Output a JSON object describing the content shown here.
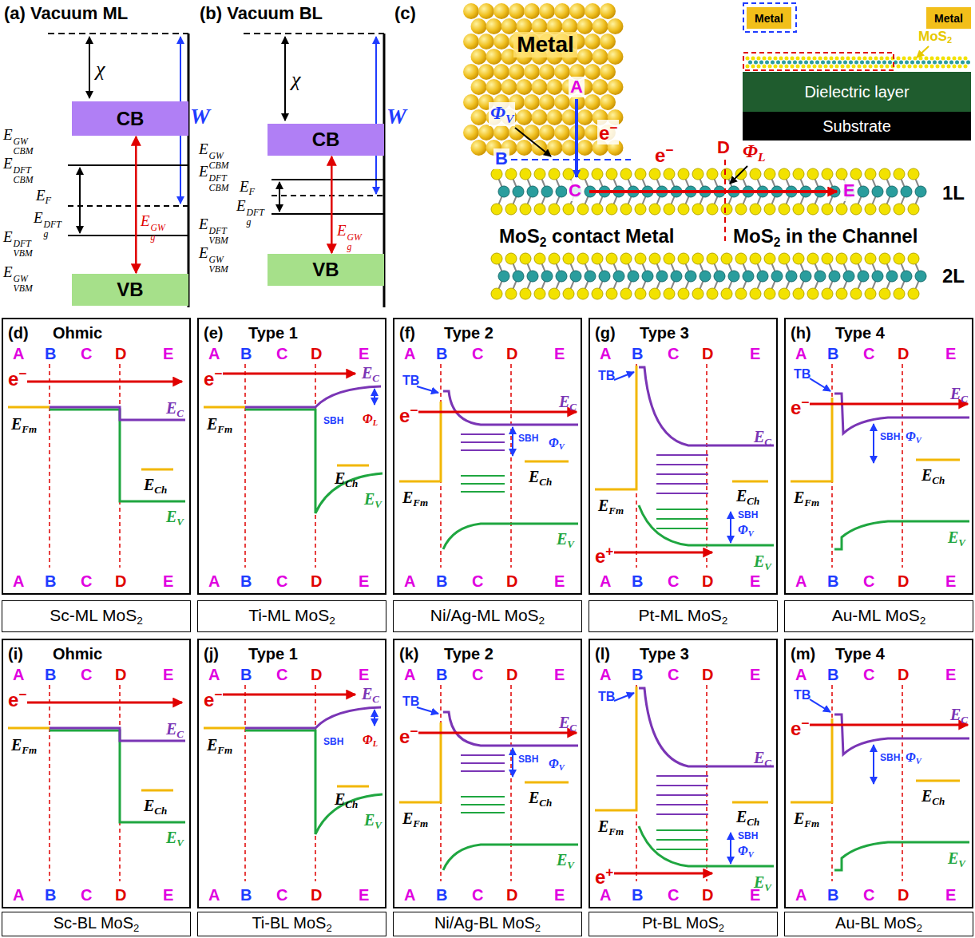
{
  "diagram": {
    "nodes": [
      {
        "text": [
          "CB"
        ]
      },
      {
        "text": [
          "VB"
        ]
      },
      {
        "text": [
          "CB"
        ]
      },
      {
        "text": [
          "VB"
        ]
      },
      {
        "text": [
          "Metal"
        ]
      },
      {
        "text": [
          "Metal"
        ]
      },
      {
        "text": [
          "Metal"
        ]
      },
      {
        "text": [
          "Dielectric layer"
        ]
      },
      {
        "text": [
          "Substrate"
        ]
      },
      {
        "text": [
          "(d)",
          "Ohmic",
          "A",
          "B",
          "C",
          "D",
          "E",
          "A",
          "B",
          "C",
          "D",
          "E",
          "e−",
          "EFm",
          "EC",
          "ECh",
          "EV"
        ]
      },
      {
        "text": [
          "(e)",
          "Type 1",
          "A",
          "B",
          "C",
          "D",
          "E",
          "A",
          "B",
          "C",
          "D",
          "E",
          "e−",
          "EFm",
          "EC",
          "ECh",
          "EV",
          "SBH",
          "ΦL"
        ]
      },
      {
        "text": [
          "(f)",
          "Type 2",
          "A",
          "B",
          "C",
          "D",
          "E",
          "A",
          "B",
          "C",
          "D",
          "E",
          "e−",
          "EFm",
          "EC",
          "ECh",
          "EV",
          "TB",
          "SBH",
          "ΦV"
        ]
      },
      {
        "text": [
          "(g)",
          "Type 3",
          "A",
          "B",
          "C",
          "D",
          "E",
          "A",
          "B",
          "C",
          "D",
          "E",
          "e+",
          "EFm",
          "EC",
          "ECh",
          "EV",
          "TB",
          "SBH",
          "ΦV"
        ]
      },
      {
        "text": [
          "(h)",
          "Type 4",
          "A",
          "B",
          "C",
          "D",
          "E",
          "A",
          "B",
          "C",
          "D",
          "E",
          "e−",
          "EFm",
          "EC",
          "ECh",
          "EV",
          "TB",
          "SBH",
          "ΦV"
        ]
      },
      {
        "text": [
          "Sc-ML MoS2"
        ]
      },
      {
        "text": [
          "Ti-ML MoS2"
        ]
      },
      {
        "text": [
          "Ni/Ag-ML MoS2"
        ]
      },
      {
        "text": [
          "Pt-ML MoS2"
        ]
      },
      {
        "text": [
          "Au-ML MoS2"
        ]
      },
      {
        "text": [
          "(i)",
          "Ohmic",
          "A",
          "B",
          "C",
          "D",
          "E",
          "A",
          "B",
          "C",
          "D",
          "E",
          "e−",
          "EFm",
          "EC",
          "ECh",
          "EV"
        ]
      },
      {
        "text": [
          "(j)",
          "Type 1",
          "A",
          "B",
          "C",
          "D",
          "E",
          "A",
          "B",
          "C",
          "D",
          "E",
          "e−",
          "EFm",
          "EC",
          "ECh",
          "EV",
          "SBH",
          "ΦL"
        ]
      },
      {
        "text": [
          "(k)",
          "Type 2",
          "A",
          "B",
          "C",
          "D",
          "E",
          "A",
          "B",
          "C",
          "D",
          "E",
          "e−",
          "EFm",
          "EC",
          "ECh",
          "EV",
          "TB",
          "SBH",
          "ΦV"
        ]
      },
      {
        "text": [
          "(l)",
          "Type 3",
          "A",
          "B",
          "C",
          "D",
          "E",
          "A",
          "B",
          "C",
          "D",
          "E",
          "e+",
          "EFm",
          "EC",
          "ECh",
          "EV",
          "TB",
          "SBH",
          "ΦV"
        ]
      },
      {
        "text": [
          "(m)",
          "Type 4",
          "A",
          "B",
          "C",
          "D",
          "E",
          "A",
          "B",
          "C",
          "D",
          "E",
          "e−",
          "EFm",
          "EC",
          "ECh",
          "EV",
          "TB",
          "SBH",
          "ΦV"
        ]
      },
      {
        "text": [
          "Sc-BL MoS2"
        ]
      },
      {
        "text": [
          "Ti-BL MoS2"
        ]
      },
      {
        "text": [
          "Ni/Ag-BL MoS2"
        ]
      },
      {
        "text": [
          "Pt-BL MoS2"
        ]
      },
      {
        "text": [
          "Au-BL MoS2"
        ]
      }
    ],
    "edges": [
      {
        "from": 0,
        "to": 1,
        "arrow": "both"
      },
      {
        "from": 2,
        "to": 3,
        "arrow": "both"
      }
    ],
    "labels": [
      "(a) Vacuum ML",
      "χ",
      "W",
      "ECBMGW",
      "ECBMDFT",
      "EF",
      "EgDFT",
      "EgGW",
      "EVBMDFT",
      "EVBMGW",
      "(b) Vacuum BL",
      "χ",
      "W",
      "ECBMGW",
      "ECBMDFT",
      "EF",
      "EgDFT",
      "EgGW",
      "EVBMDFT",
      "EVBMGW",
      "(c)",
      "A",
      "B",
      "C",
      "D",
      "E",
      "ΦV",
      "ΦL",
      "e−",
      "e−",
      "1L",
      "2L",
      "MoS2 contact Metal",
      "MoS2 in the Channel",
      "MoS2"
    ]
  }
}
